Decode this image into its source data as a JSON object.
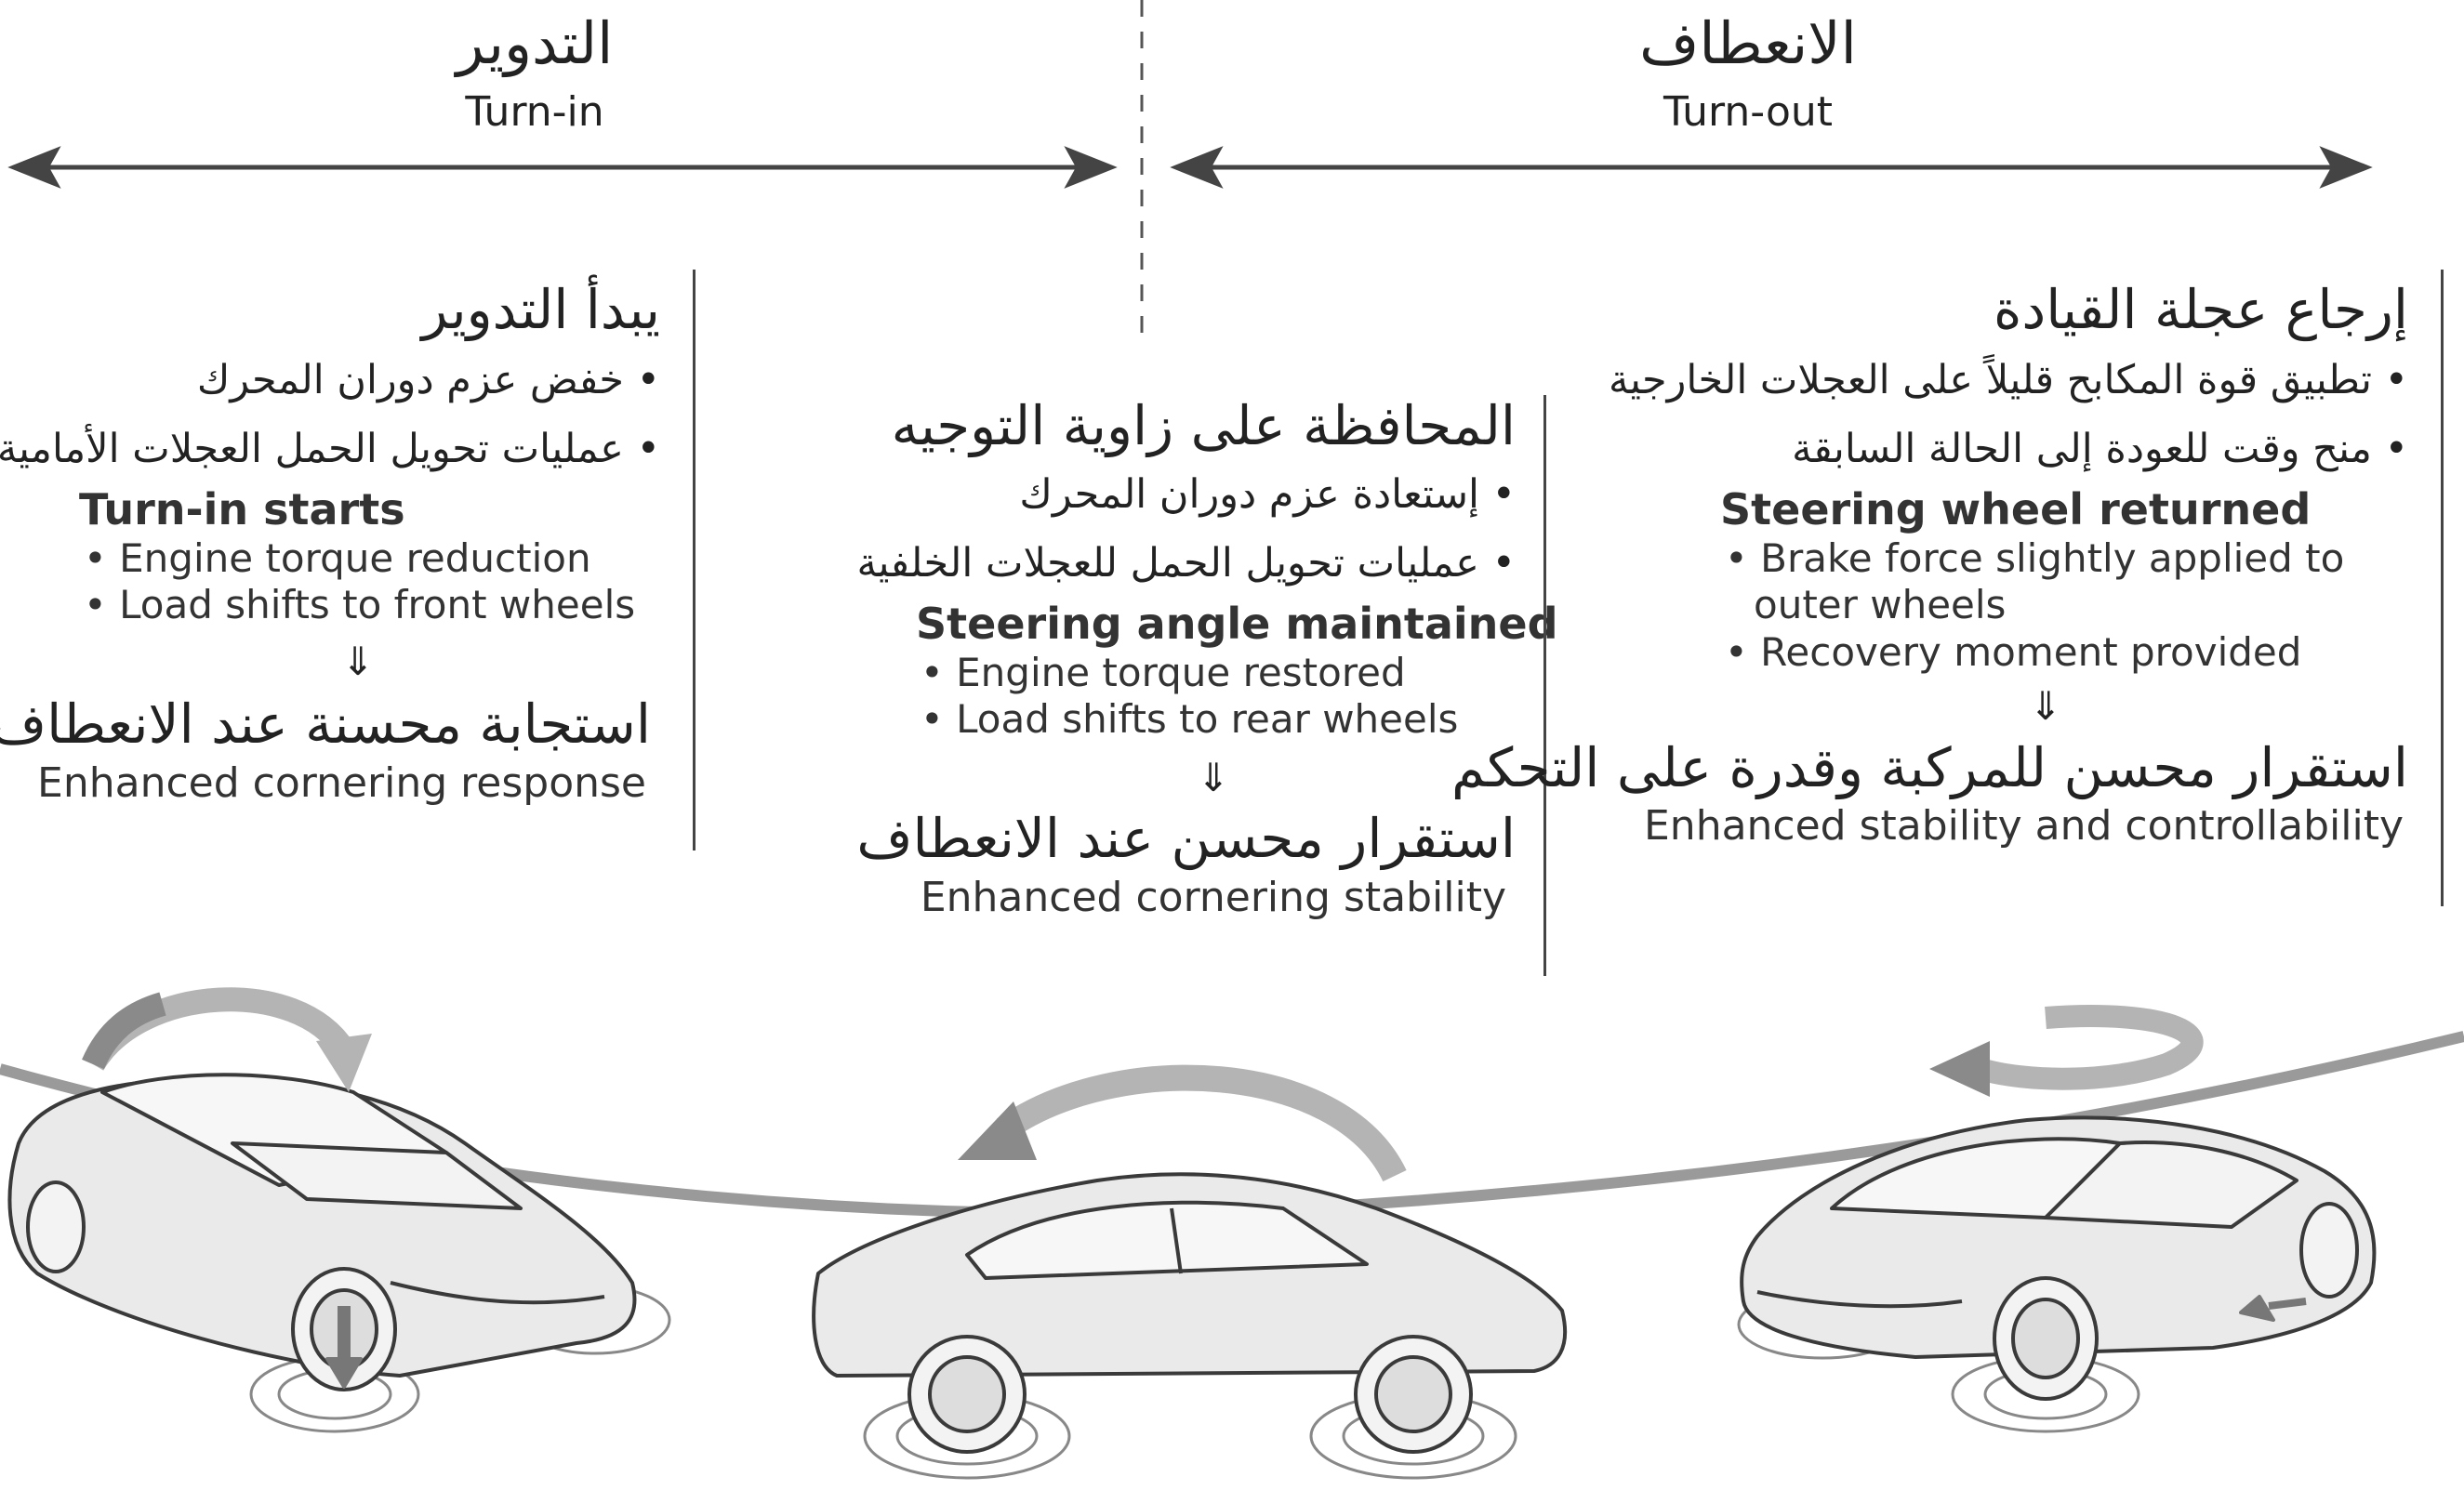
{
  "phases": {
    "turn_in": {
      "title_ar": "التدوير",
      "title_en": "Turn-in"
    },
    "turn_out": {
      "title_ar": "الانعطاف",
      "title_en": "Turn-out"
    }
  },
  "panels": {
    "left": {
      "title_ar": "يبدأ التدوير",
      "bullets_ar": [
        "خفض عزم دوران المحرك",
        "عمليات تحويل الحمل العجلات الأمامية"
      ],
      "title_en": "Turn-in starts",
      "bullets_en": [
        "Engine torque reduction",
        "Load shifts to front wheels"
      ],
      "arrow": "⇓",
      "result_ar": "استجابة محسنة عند الانعطاف",
      "result_en": "Enhanced cornering response"
    },
    "middle": {
      "title_ar": "المحافظة على زاوية التوجيه",
      "bullets_ar": [
        "إستعادة عزم دوران المحرك",
        "عمليات تحويل الحمل للعجلات الخلفية"
      ],
      "title_en": "Steering angle maintained",
      "bullets_en": [
        "Engine torque restored",
        "Load shifts to rear wheels"
      ],
      "arrow": "⇓",
      "result_ar": "استقرار محسن عند الانعطاف",
      "result_en": "Enhanced cornering stability"
    },
    "right": {
      "title_ar": "إرجاع عجلة القيادة",
      "bullets_ar": [
        "تطبيق قوة المكابح قليلاً على العجلات الخارجية",
        "منح وقت للعودة إلى الحالة السابقة"
      ],
      "title_en": "Steering wheel returned",
      "bullets_en": [
        "Brake force slightly applied to",
        "outer wheels",
        "Recovery moment provided"
      ],
      "arrow": "⇓",
      "result_ar": "استقرار محسن للمركبة وقدرة على التحكم",
      "result_en": "Enhanced stability and controllability"
    }
  },
  "colors": {
    "line": "#444444",
    "rotation_arrow_dark": "#8a8a8a",
    "rotation_arrow_light": "#b4b4b4",
    "road": "#9a9a9a",
    "car_fill": "#e9e9e9",
    "car_stroke": "#3a3a3a"
  }
}
